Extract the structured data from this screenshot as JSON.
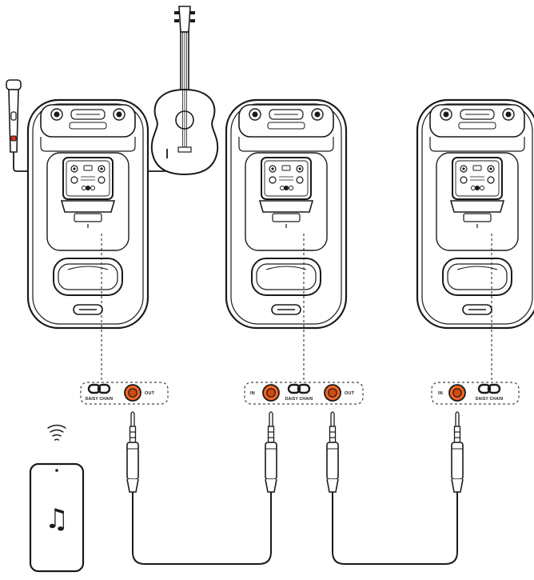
{
  "colors": {
    "line": "#1a1a1a",
    "port_orange": "#f26522",
    "port_orange_dark": "#d14a10",
    "mic_red": "#e0301e",
    "background": "#ffffff"
  },
  "icons": {
    "wireless": "wifi-waves-icon",
    "music": "music-note-icon",
    "daisy_chain": "chain-link-icon"
  },
  "panels": [
    {
      "in_label": "",
      "chain_label": "DAISY CHAIN",
      "out_label": "OUT"
    },
    {
      "in_label": "IN",
      "chain_label": "DAISY CHAIN",
      "out_label": "OUT"
    },
    {
      "in_label": "IN",
      "chain_label": "DAISY CHAIN",
      "out_label": ""
    }
  ],
  "phone": {
    "screen_symbol": "♫"
  }
}
